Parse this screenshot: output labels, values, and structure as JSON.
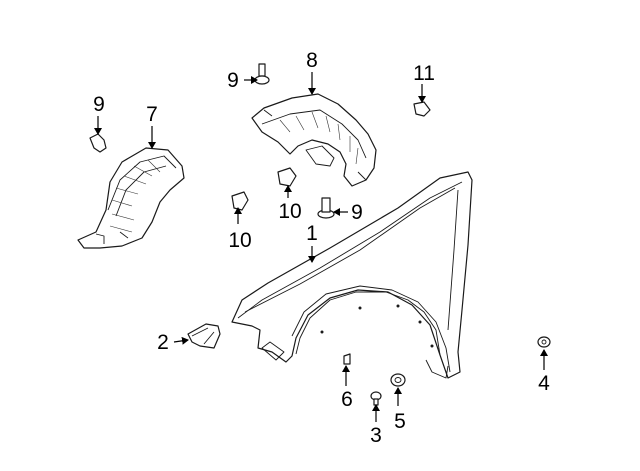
{
  "callouts": [
    {
      "id": "c1",
      "label": "1"
    },
    {
      "id": "c2",
      "label": "2"
    },
    {
      "id": "c3",
      "label": "3"
    },
    {
      "id": "c4",
      "label": "4"
    },
    {
      "id": "c5",
      "label": "5"
    },
    {
      "id": "c6",
      "label": "6"
    },
    {
      "id": "c7",
      "label": "7"
    },
    {
      "id": "c8",
      "label": "8"
    },
    {
      "id": "c9a",
      "label": "9"
    },
    {
      "id": "c9b",
      "label": "9"
    },
    {
      "id": "c9c",
      "label": "9"
    },
    {
      "id": "c10a",
      "label": "10"
    },
    {
      "id": "c10b",
      "label": "10"
    },
    {
      "id": "c11",
      "label": "11"
    }
  ]
}
